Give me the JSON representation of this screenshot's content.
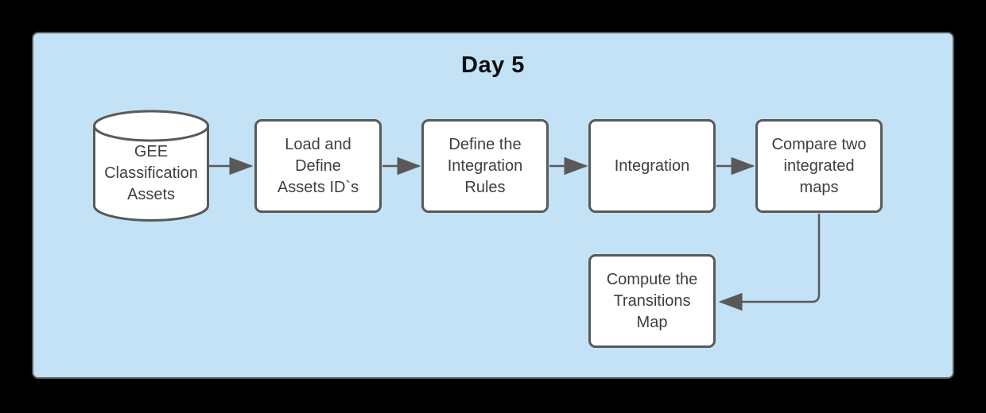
{
  "diagram": {
    "title": "Day 5",
    "nodes": [
      {
        "id": "gee-classification-assets",
        "shape": "cylinder",
        "label": "GEE\nClassification\nAssets"
      },
      {
        "id": "load-define-assets-ids",
        "shape": "rect",
        "label": "Load and\nDefine\nAssets ID`s"
      },
      {
        "id": "define-integration-rules",
        "shape": "rect",
        "label": "Define the\nIntegration\nRules"
      },
      {
        "id": "integration",
        "shape": "rect",
        "label": "Integration"
      },
      {
        "id": "compare-two-integrated-maps",
        "shape": "rect",
        "label": "Compare two\nintegrated\nmaps"
      },
      {
        "id": "compute-transitions-map",
        "shape": "rect",
        "label": "Compute the\nTransitions\nMap"
      }
    ],
    "edges": [
      {
        "from": "gee-classification-assets",
        "to": "load-define-assets-ids"
      },
      {
        "from": "load-define-assets-ids",
        "to": "define-integration-rules"
      },
      {
        "from": "define-integration-rules",
        "to": "integration"
      },
      {
        "from": "integration",
        "to": "compare-two-integrated-maps"
      },
      {
        "from": "compare-two-integrated-maps",
        "to": "compute-transitions-map"
      }
    ],
    "colors": {
      "canvas_bg": "#000000",
      "panel_bg": "#c3e2f5",
      "panel_border": "#58595b",
      "node_fill": "#ffffff",
      "node_border": "#595959",
      "arrow": "#595959",
      "node_text": "#3f3f3f",
      "title_text": "#0d0d0d"
    }
  }
}
